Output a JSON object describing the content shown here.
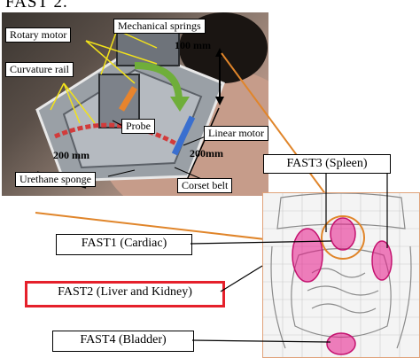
{
  "header": {
    "text": "FAST 2."
  },
  "photo": {
    "labels": {
      "rotary_motor": "Rotary motor",
      "mechanical_springs": "Mechanical springs",
      "curvature_rail": "Curvature rail",
      "probe": "Probe",
      "linear_motor": "Linear motor",
      "urethane_sponge": "Urethane sponge",
      "corset_belt": "Corset belt"
    },
    "dimensions": {
      "height": "100 mm",
      "width_left": "200 mm",
      "width_right": "200mm"
    }
  },
  "fast_labels": {
    "fast1": "FAST1 (Cardiac)",
    "fast2": "FAST2 (Liver and Kidney)",
    "fast3": "FAST3 (Spleen)",
    "fast4": "FAST4 (Bladder)"
  },
  "colors": {
    "highlight_border": "#e5202b",
    "connector": "#e0852a",
    "target_fill": "#e8198b"
  }
}
